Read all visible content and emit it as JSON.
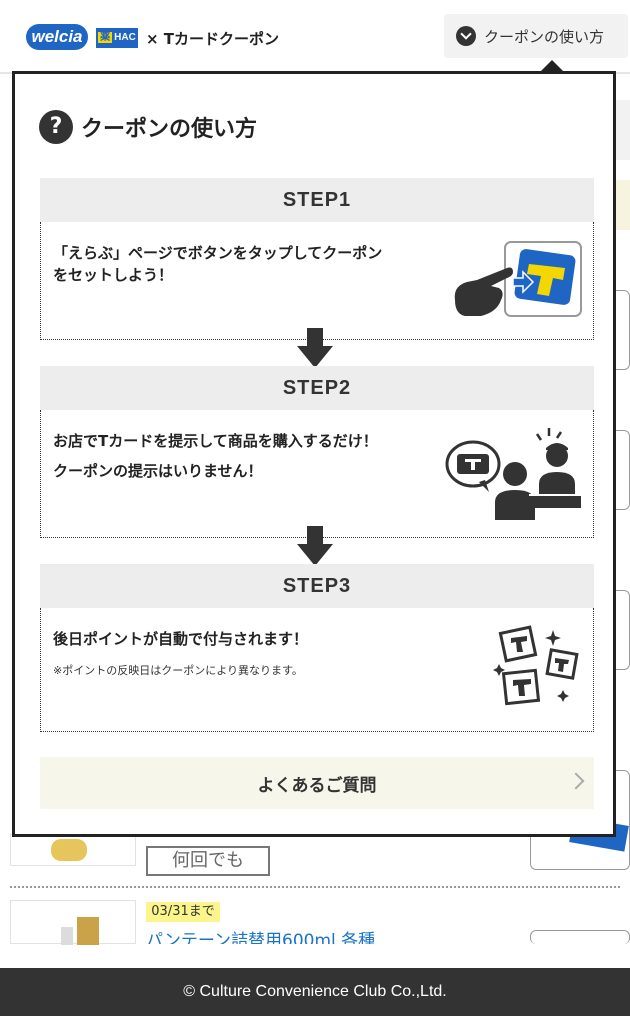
{
  "header": {
    "logo_welcia": "welcia",
    "logo_hac_kanji": "薬",
    "logo_hac": "HAC",
    "brand_text": "× Tカードクーポン",
    "howto_button": "クーポンの使い方"
  },
  "background": {
    "frequency_badge": "何回でも",
    "date_badge": "03/31まで",
    "product_link": "パンテーン詰替用600ml 各種"
  },
  "modal": {
    "title": "クーポンの使い方",
    "help_icon": "?",
    "steps": [
      {
        "label": "STEP1",
        "lines": [
          "「えらぶ」ページでボタンをタップしてクーポン",
          "をセットしよう！"
        ],
        "icon": "hand-tap-tcard-icon"
      },
      {
        "label": "STEP2",
        "lines": [
          "お店でTカードを提示して商品を購入するだけ！",
          "クーポンの提示はいりません！"
        ],
        "icon": "store-clerk-icon"
      },
      {
        "label": "STEP3",
        "lines": [
          "後日ポイントが自動で付与されます！"
        ],
        "note": "※ポイントの反映日はクーポンにより異なります。",
        "icon": "t-cubes-icon"
      }
    ],
    "faq_button": "よくあるご質問"
  },
  "footer": {
    "copyright": "© Culture Convenience Club Co.,Ltd."
  },
  "colors": {
    "brand_blue": "#1f66c4",
    "tcard_yellow": "#f4d600",
    "dark": "#333333",
    "step_header_bg": "#ededed",
    "faq_bg": "#f7f6ea",
    "date_highlight": "#fbf58b",
    "link_blue": "#1a73c9"
  }
}
